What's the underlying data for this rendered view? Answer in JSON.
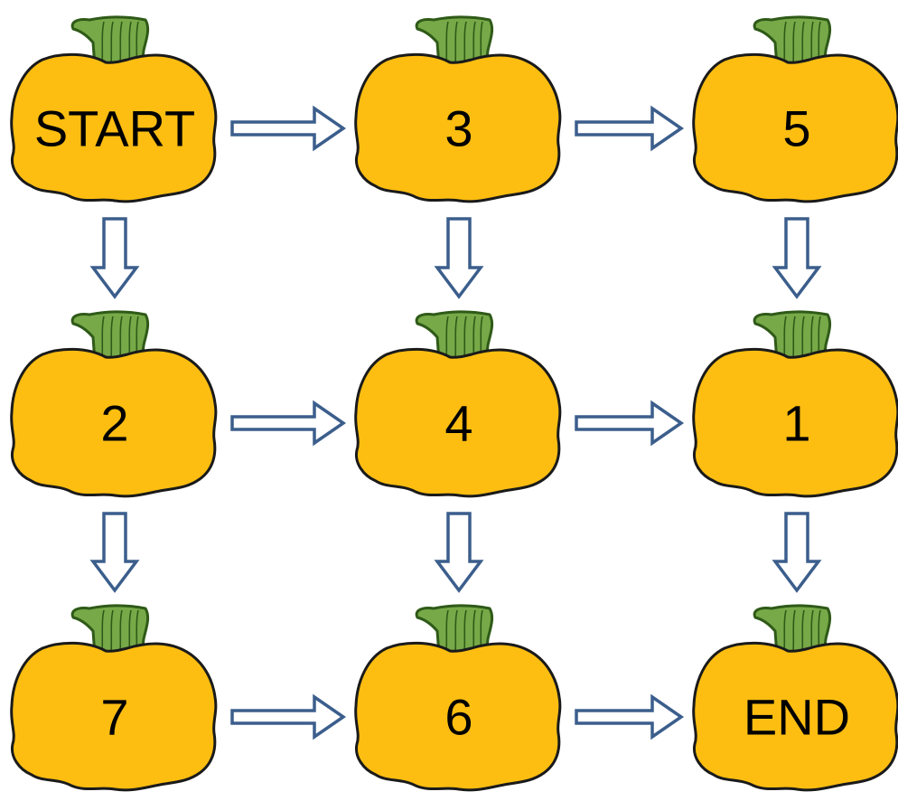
{
  "diagram": {
    "colors": {
      "pumpkin_fill": "#FDBE11",
      "pumpkin_outline": "#1A1A1A",
      "stem_fill": "#77A948",
      "stem_stroke": "#2F5A18",
      "arrow_stroke": "#3B5E8C",
      "arrow_fill": "#FFFFFF",
      "background": "#FFFFFF"
    },
    "nodes": [
      {
        "id": "n00",
        "label": "START",
        "row": 0,
        "col": 0
      },
      {
        "id": "n01",
        "label": "3",
        "row": 0,
        "col": 1
      },
      {
        "id": "n02",
        "label": "5",
        "row": 0,
        "col": 2
      },
      {
        "id": "n10",
        "label": "2",
        "row": 1,
        "col": 0
      },
      {
        "id": "n11",
        "label": "4",
        "row": 1,
        "col": 1
      },
      {
        "id": "n12",
        "label": "1",
        "row": 1,
        "col": 2
      },
      {
        "id": "n20",
        "label": "7",
        "row": 2,
        "col": 0
      },
      {
        "id": "n21",
        "label": "6",
        "row": 2,
        "col": 1
      },
      {
        "id": "n22",
        "label": "END",
        "row": 2,
        "col": 2
      }
    ],
    "edges": [
      {
        "from": "n00",
        "to": "n01",
        "direction": "right"
      },
      {
        "from": "n01",
        "to": "n02",
        "direction": "right"
      },
      {
        "from": "n10",
        "to": "n11",
        "direction": "right"
      },
      {
        "from": "n11",
        "to": "n12",
        "direction": "right"
      },
      {
        "from": "n20",
        "to": "n21",
        "direction": "right"
      },
      {
        "from": "n21",
        "to": "n22",
        "direction": "right"
      },
      {
        "from": "n00",
        "to": "n10",
        "direction": "down"
      },
      {
        "from": "n10",
        "to": "n20",
        "direction": "down"
      },
      {
        "from": "n01",
        "to": "n11",
        "direction": "down"
      },
      {
        "from": "n11",
        "to": "n21",
        "direction": "down"
      },
      {
        "from": "n02",
        "to": "n12",
        "direction": "down"
      },
      {
        "from": "n12",
        "to": "n22",
        "direction": "down"
      }
    ]
  }
}
